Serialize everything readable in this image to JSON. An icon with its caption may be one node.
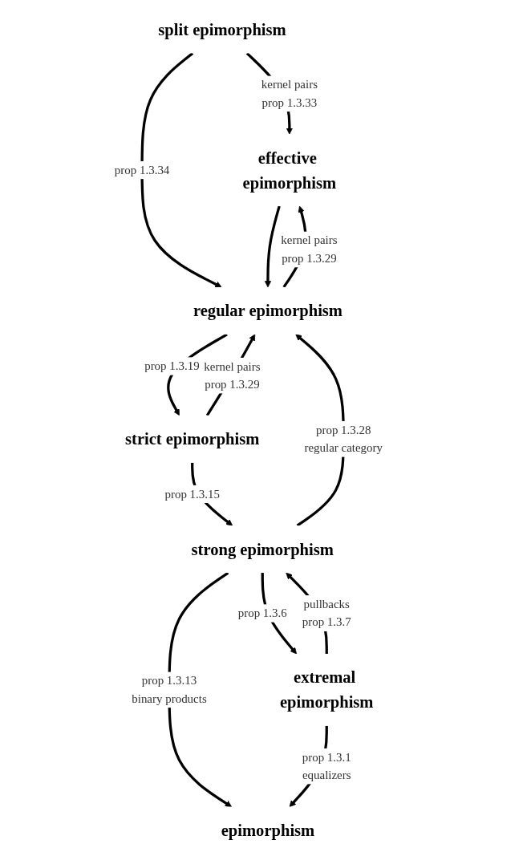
{
  "diagram": {
    "nodes": [
      {
        "text": [
          "split epimorphism"
        ]
      },
      {
        "text": [
          "effective epimorphism"
        ]
      },
      {
        "text": [
          "regular epimorphism"
        ]
      },
      {
        "text": [
          "strict epimorphism"
        ]
      },
      {
        "text": [
          "strong epimorphism"
        ]
      },
      {
        "text": [
          "extremal epimorphism"
        ]
      },
      {
        "text": [
          "epimorphism"
        ]
      }
    ],
    "edges": [
      {
        "from": 0,
        "to": 1,
        "arrow": "to",
        "label": [
          "kernel pairs",
          "prop 1.3.33"
        ]
      },
      {
        "from": 0,
        "to": 2,
        "arrow": "to",
        "label": [
          "prop 1.3.34"
        ]
      },
      {
        "from": 2,
        "to": 1,
        "arrow": "to",
        "label": [
          "kernel pairs",
          "prop 1.3.29"
        ]
      },
      {
        "from": 1,
        "to": 2,
        "arrow": "to"
      },
      {
        "from": 3,
        "to": 2,
        "arrow": "to",
        "label": [
          "kernel pairs",
          "prop 1.3.29"
        ]
      },
      {
        "from": 2,
        "to": 3,
        "arrow": "to",
        "label": [
          "prop 1.3.19"
        ]
      },
      {
        "from": 4,
        "to": 2,
        "arrow": "to",
        "label": [
          "prop 1.3.28",
          "regular category"
        ]
      },
      {
        "from": 3,
        "to": 4,
        "arrow": "to",
        "label": [
          "prop 1.3.15"
        ]
      },
      {
        "from": 5,
        "to": 4,
        "arrow": "to",
        "label": [
          "pullbacks",
          "prop 1.3.7"
        ]
      },
      {
        "from": 4,
        "to": 5,
        "arrow": "to",
        "label": [
          "prop 1.3.6"
        ]
      },
      {
        "from": 4,
        "to": 6,
        "arrow": "to",
        "label": [
          "prop 1.3.13",
          "binary products"
        ]
      },
      {
        "from": 5,
        "to": 6,
        "arrow": "to",
        "label": [
          "prop 1.3.1",
          "equalizers"
        ]
      }
    ]
  }
}
